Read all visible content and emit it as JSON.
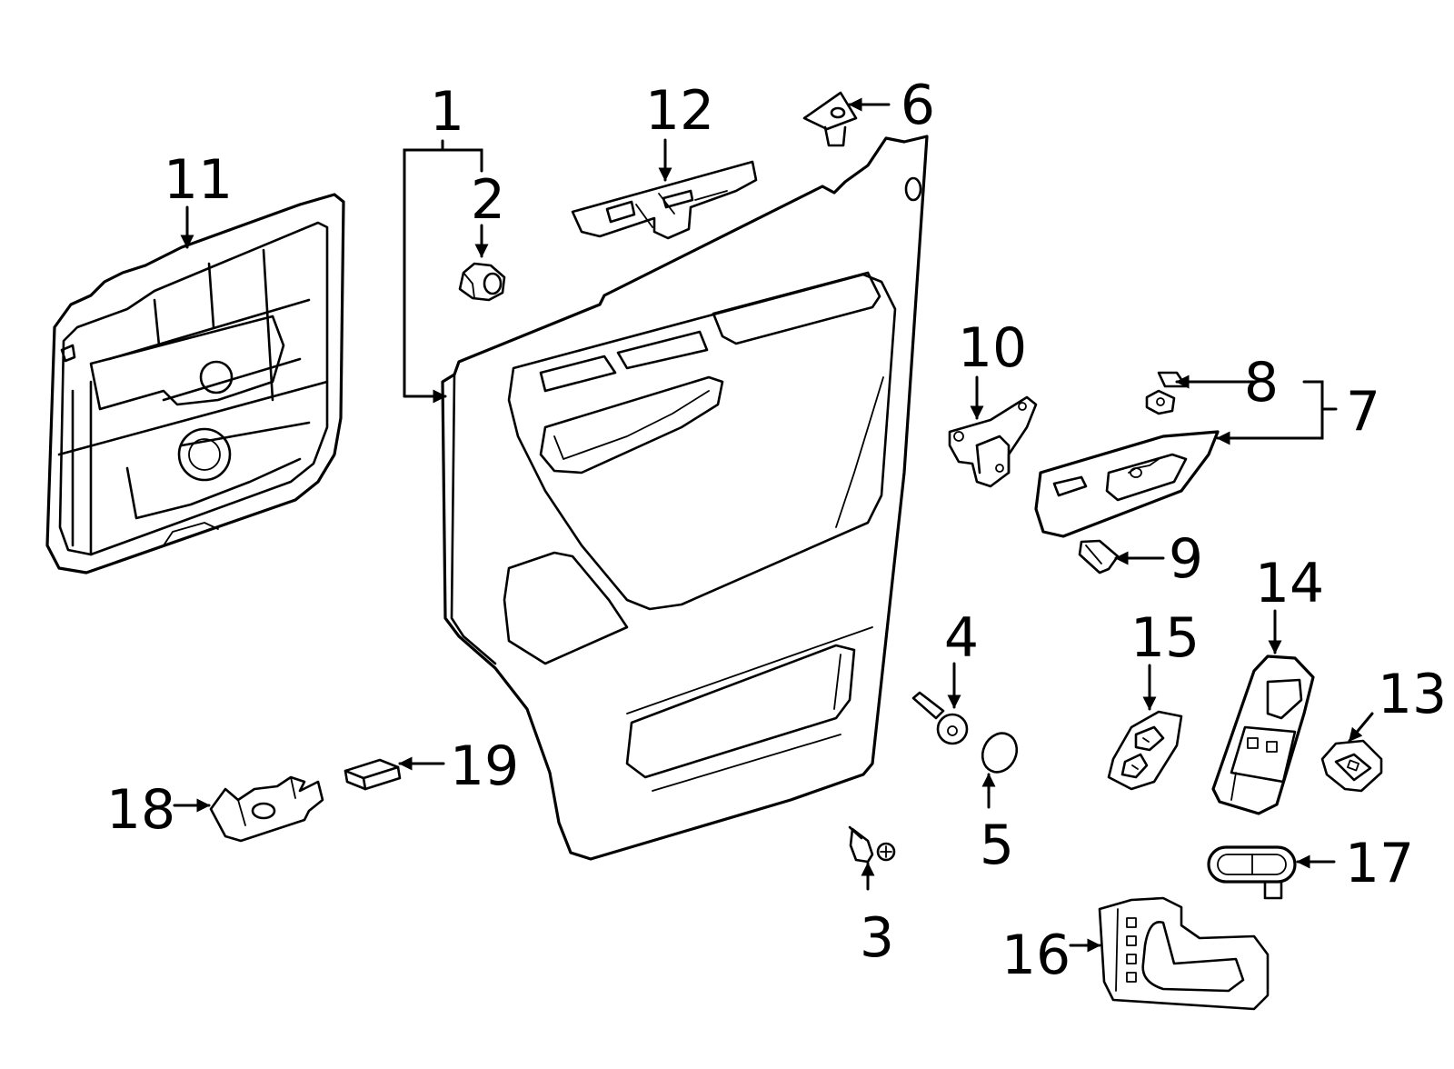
{
  "diagram": {
    "parts": [
      {
        "number": "1"
      },
      {
        "number": "2"
      },
      {
        "number": "3"
      },
      {
        "number": "4"
      },
      {
        "number": "5"
      },
      {
        "number": "6"
      },
      {
        "number": "7"
      },
      {
        "number": "8"
      },
      {
        "number": "9"
      },
      {
        "number": "10"
      },
      {
        "number": "11"
      },
      {
        "number": "12"
      },
      {
        "number": "13"
      },
      {
        "number": "14"
      },
      {
        "number": "15"
      },
      {
        "number": "16"
      },
      {
        "number": "17"
      },
      {
        "number": "18"
      },
      {
        "number": "19"
      }
    ]
  },
  "colors": {
    "line": "#000000",
    "background": "#ffffff"
  }
}
